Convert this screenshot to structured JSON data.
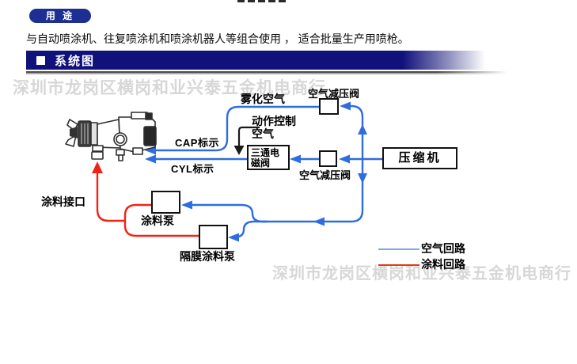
{
  "page": {
    "purpose_badge": "用 途",
    "purpose_text": "与自动喷涂机、往复喷涂机和喷涂机器人等组合使用 ， 适合批量生产用喷枪。",
    "section_marker": "■",
    "section_title": "系统图"
  },
  "watermark": {
    "text": "深圳市龙岗区横岗和业兴泰五金机电商行"
  },
  "diagram": {
    "labels": {
      "atomizing_air": "雾化空气",
      "air_regulator_top": "空气减压阀",
      "air_regulator_bottom": "空气减压阀",
      "cap_mark": "CAP标示",
      "cyl_mark": "CYL标示",
      "action_control_line1": "动作控制",
      "action_control_line2": "空气",
      "paint_inlet": "涂料接口"
    },
    "boxes": {
      "solenoid_line1": "三通电",
      "solenoid_line2": "磁阀",
      "compressor": "压缩机",
      "paint_pump": "涂料泵",
      "diaphragm_pump": "隔膜涂料泵"
    },
    "legend": [
      {
        "label": "空气回路",
        "color": "#7fa7e0"
      },
      {
        "label": "涂料回路",
        "color": "#e03a1a"
      }
    ],
    "colors": {
      "air_line": "#2e6de0",
      "paint_line": "#ee2413",
      "header_bar": "#11117c",
      "badge": "#1e2f93"
    }
  }
}
